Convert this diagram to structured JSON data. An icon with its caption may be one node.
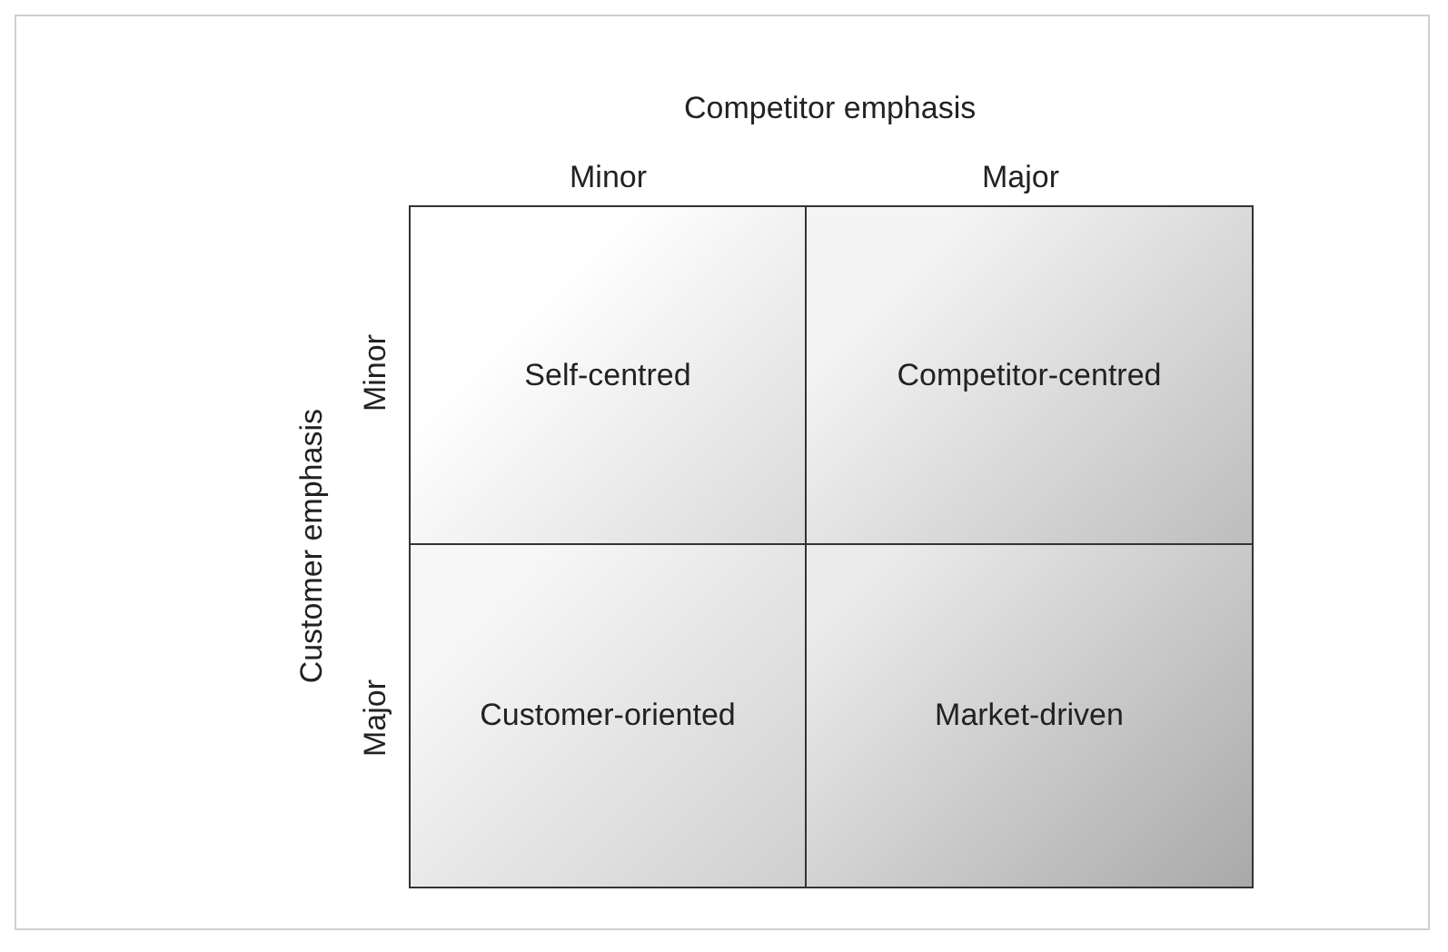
{
  "diagram": {
    "nodes": [
      {
        "text": [
          "Self-centred"
        ]
      },
      {
        "text": [
          "Competitor-centred"
        ]
      },
      {
        "text": [
          "Customer-oriented"
        ]
      },
      {
        "text": [
          "Market-driven"
        ]
      }
    ],
    "labels": [
      "Competitor emphasis",
      "Minor",
      "Major",
      "Customer emphasis",
      "Minor",
      "Major"
    ]
  }
}
